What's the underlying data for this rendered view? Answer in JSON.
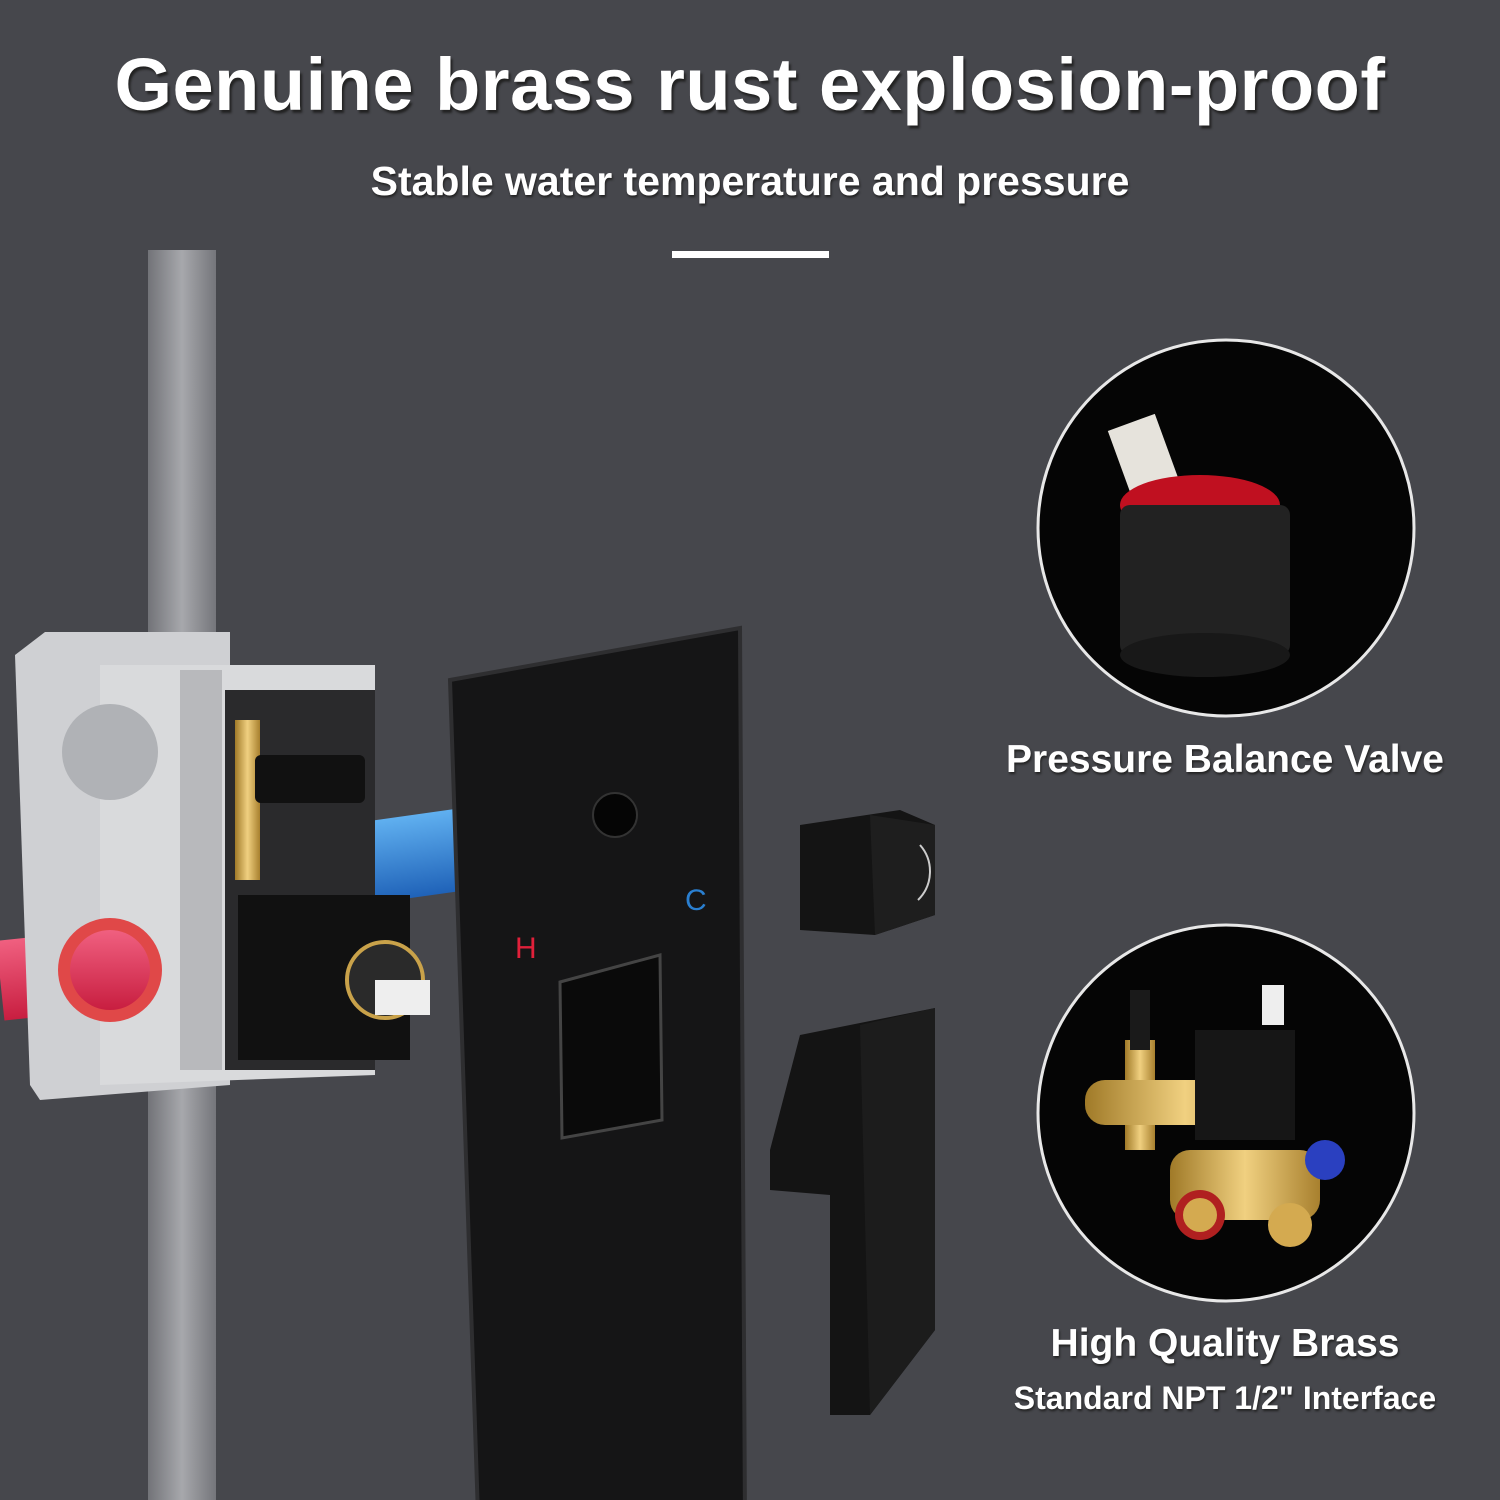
{
  "header": {
    "title": "Genuine brass rust explosion-proof",
    "subtitle": "Stable water temperature and pressure"
  },
  "features": [
    {
      "label": "Pressure Balance Valve"
    },
    {
      "label": "High Quality Brass",
      "sublabel": "Standard NPT  1/2\" Interface"
    }
  ],
  "trim_plate": {
    "hot_mark": "H",
    "cold_mark": "C"
  },
  "colors": {
    "background": "#46474c",
    "hot": "#e0203a",
    "cold": "#2a7fd0",
    "brass": "#c9a24a"
  }
}
